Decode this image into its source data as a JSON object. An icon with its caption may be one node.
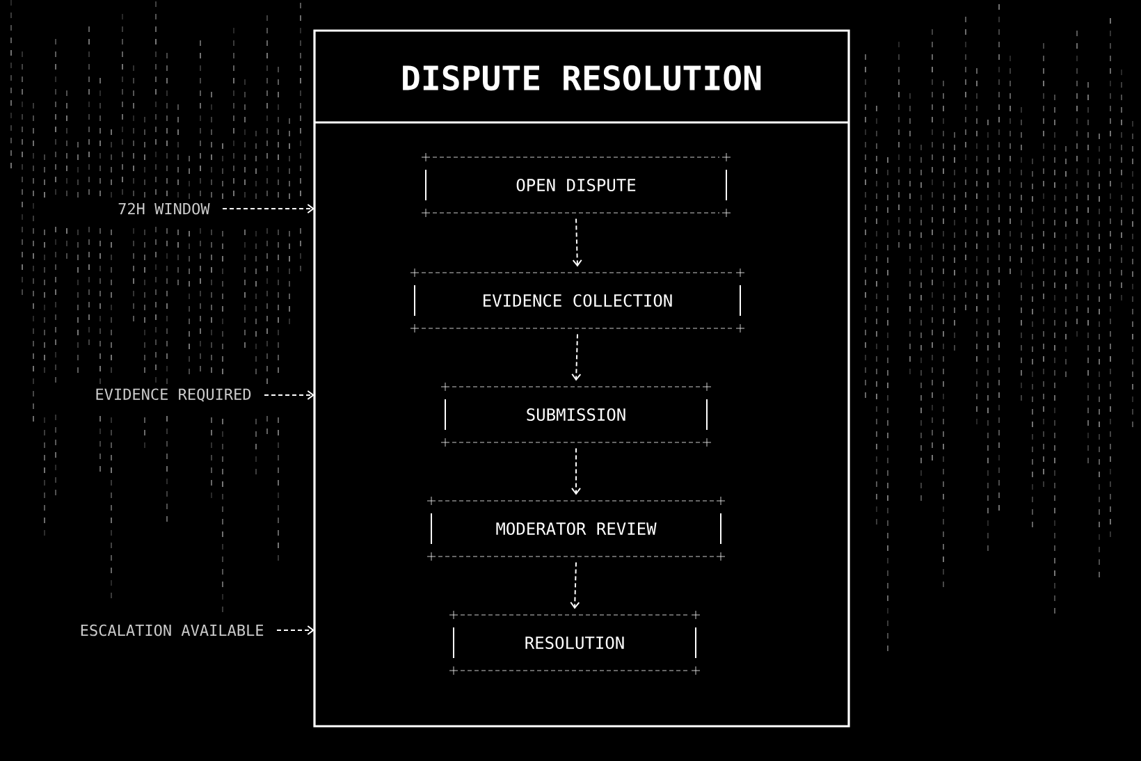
{
  "diagram": {
    "nodes": [
      {
        "text": [
          "DISPUTE RESOLUTION"
        ]
      },
      {
        "text": [
          "OPEN DISPUTE"
        ],
        "in": 0
      },
      {
        "text": [
          "EVIDENCE COLLECTION"
        ],
        "in": 0
      },
      {
        "text": [
          "SUBMISSION"
        ],
        "in": 0
      },
      {
        "text": [
          "MODERATOR REVIEW"
        ],
        "in": 0
      },
      {
        "text": [
          "RESOLUTION"
        ],
        "in": 0
      },
      {
        "text": [
          "72H WINDOW"
        ]
      },
      {
        "text": [
          "EVIDENCE REQUIRED"
        ]
      },
      {
        "text": [
          "ESCALATION AVAILABLE"
        ]
      }
    ],
    "edges": [
      {
        "from": 1,
        "to": 2,
        "arrow": "to",
        "style": "dashed"
      },
      {
        "from": 2,
        "to": 3,
        "arrow": "to",
        "style": "dashed"
      },
      {
        "from": 3,
        "to": 4,
        "arrow": "to",
        "style": "dashed"
      },
      {
        "from": 4,
        "to": 5,
        "arrow": "to",
        "style": "dashed"
      },
      {
        "from": 6,
        "to": 0,
        "arrow": "to",
        "style": "dashed"
      },
      {
        "from": 7,
        "to": 0,
        "arrow": "to",
        "style": "dashed"
      },
      {
        "from": 8,
        "to": 0,
        "arrow": "to",
        "style": "dashed"
      }
    ]
  }
}
